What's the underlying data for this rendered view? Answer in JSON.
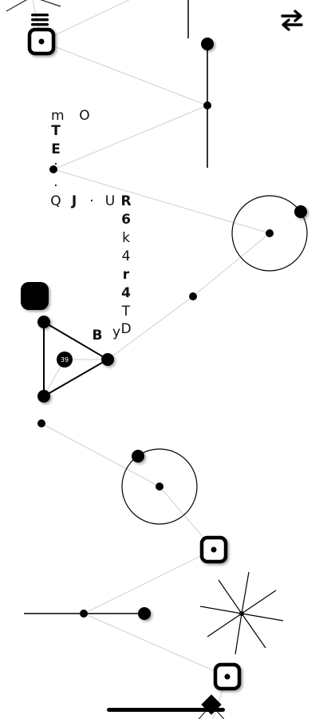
{
  "toolbar": {
    "menu_icon": "hamburger-menu-icon",
    "swap_icon": "swap-arrows-icon"
  },
  "letters": {
    "m": "m",
    "o": "O",
    "t1": "T",
    "e": "E",
    "dot1": "·",
    "dot2": ".",
    "q": "Q",
    "j": "J",
    "dot3": "·",
    "u": "U",
    "r1": "R",
    "six": "6",
    "k": "k",
    "four1": "4",
    "r2": "r",
    "four2": "4",
    "t2": "T",
    "b": "B",
    "y": "y",
    "d": "D"
  },
  "node_badge": "39",
  "colors": {
    "ink": "#000000",
    "link": "#c8c8c8",
    "background": "#ffffff"
  }
}
